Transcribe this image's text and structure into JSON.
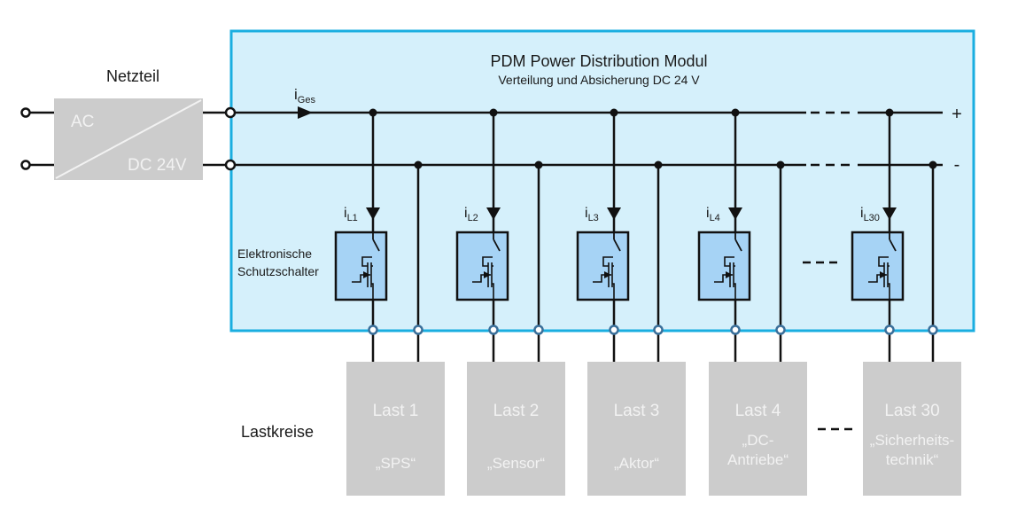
{
  "colors": {
    "module_fill": "#d5f0fb",
    "module_border": "#1aaee0",
    "switch_fill": "#a6d3f5",
    "grey_box": "#cccccc",
    "wire": "#111111",
    "terminal_ring": "#3a6f9a"
  },
  "power_supply": {
    "title": "Netzteil",
    "input_label": "AC",
    "output_label": "DC 24V"
  },
  "module": {
    "title": "PDM Power Distribution Modul",
    "subtitle": "Verteilung und Absicherung DC 24 V",
    "total_current_label": "i",
    "total_current_sub": "Ges",
    "plus_rail_label": "+",
    "minus_rail_label": "-",
    "switch_group_label_line1": "Elektronische",
    "switch_group_label_line2": "Schutzschalter",
    "ellipsis": "- - -"
  },
  "loads_label": "Lastkreise",
  "channels": [
    {
      "current_label": "i",
      "current_sub": "L1",
      "load_name": "Last 1",
      "load_desc": [
        "„SPS“"
      ]
    },
    {
      "current_label": "i",
      "current_sub": "L2",
      "load_name": "Last 2",
      "load_desc": [
        "„Sensor“"
      ]
    },
    {
      "current_label": "i",
      "current_sub": "L3",
      "load_name": "Last 3",
      "load_desc": [
        "„Aktor“"
      ]
    },
    {
      "current_label": "i",
      "current_sub": "L4",
      "load_name": "Last 4",
      "load_desc": [
        "„DC-",
        "Antriebe“"
      ]
    },
    {
      "current_label": "i",
      "current_sub": "L30",
      "load_name": "Last 30",
      "load_desc": [
        "„Sicherheits-",
        "technik“"
      ]
    }
  ]
}
